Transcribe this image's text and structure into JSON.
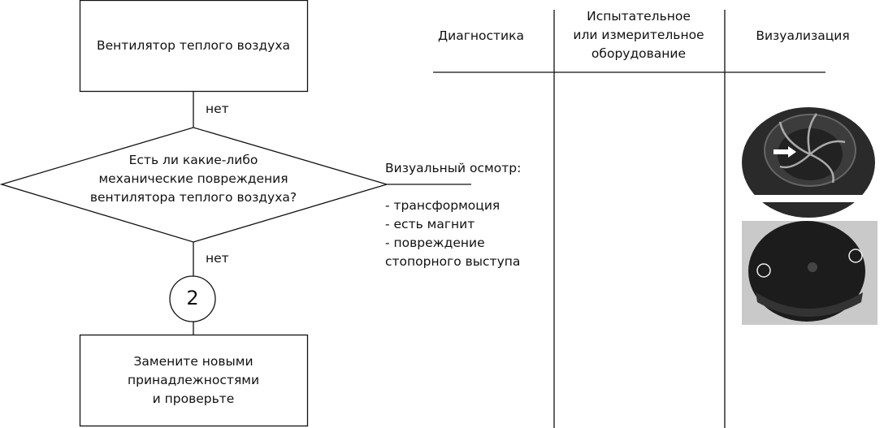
{
  "flowchart": {
    "box_top": "Вентилятор теплого воздуха",
    "label_no_1": "нет",
    "decision": [
      "Есть ли какие-либо",
      "механические повреждения",
      "вентилятора теплого воздуха?"
    ],
    "label_no_2": "нет",
    "connector": "2",
    "box_bottom": [
      "Замените новыми",
      "принадлежностями",
      "и проверьте"
    ]
  },
  "table": {
    "headers": {
      "diagnostics": "Диагностика",
      "equipment": [
        "Испытательное",
        "или измерительное",
        "оборудование"
      ],
      "visualization": "Визуализация"
    },
    "diagnostics": {
      "title": "Визуальный осмотр:",
      "items": [
        "- трансформоция",
        "- есть магнит",
        "- повреждение",
        "стопорного выступа"
      ]
    }
  }
}
